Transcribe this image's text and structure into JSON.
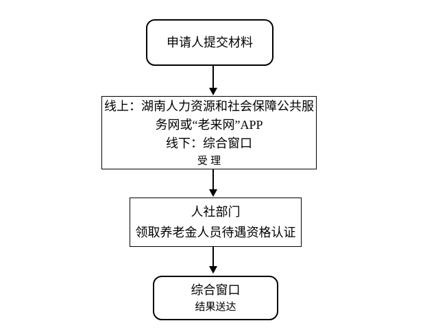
{
  "colors": {
    "background": "#ffffff",
    "line": "#000000",
    "text": "#000000"
  },
  "diagram": {
    "type": "flowchart",
    "direction": "top-down",
    "node_submit": {
      "shape": "rounded-rectangle",
      "line1": "申请人提交材料"
    },
    "node_accept": {
      "shape": "rectangle",
      "line1": "线上：湖南人力资源和社会保障公共服",
      "line2": "务网或“老来网”APP",
      "line3": "线下：综合窗口",
      "line4": "受 理"
    },
    "node_certify": {
      "shape": "rectangle",
      "line1": "人社部门",
      "line2": "领取养老金人员待遇资格认证"
    },
    "node_deliver": {
      "shape": "rounded-rectangle",
      "line1": "综合窗口",
      "line2": "结果送达"
    }
  }
}
